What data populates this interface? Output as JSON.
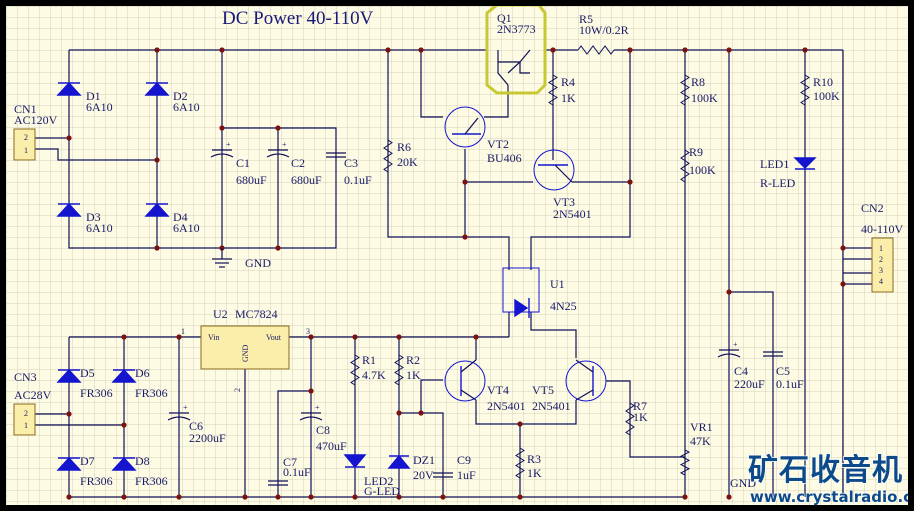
{
  "title": "DC Power 40-110V",
  "watermark": {
    "cn": "矿石收音机",
    "url": "www.crystalradio.cn"
  },
  "colors": {
    "background": "#fdfbe3",
    "wire": "#10105a",
    "symbol": "#1515d0",
    "junction": "#7a1212",
    "highlight": "#c8c832"
  },
  "ground_labels": [
    "GND",
    "GND"
  ],
  "components": {
    "CN1": {
      "ref": "CN1",
      "value": "AC120V",
      "pins": [
        "2",
        "1"
      ]
    },
    "CN2": {
      "ref": "CN2",
      "value": "40-110V",
      "pins": [
        "1",
        "2",
        "3",
        "4"
      ]
    },
    "CN3": {
      "ref": "CN3",
      "value": "AC28V",
      "pins": [
        "2",
        "1"
      ]
    },
    "D1": {
      "ref": "D1",
      "value": "6A10"
    },
    "D2": {
      "ref": "D2",
      "value": "6A10"
    },
    "D3": {
      "ref": "D3",
      "value": "6A10"
    },
    "D4": {
      "ref": "D4",
      "value": "6A10"
    },
    "D5": {
      "ref": "D5",
      "value": "FR306"
    },
    "D6": {
      "ref": "D6",
      "value": "FR306"
    },
    "D7": {
      "ref": "D7",
      "value": "FR306"
    },
    "D8": {
      "ref": "D8",
      "value": "FR306"
    },
    "C1": {
      "ref": "C1",
      "value": "680uF"
    },
    "C2": {
      "ref": "C2",
      "value": "680uF"
    },
    "C3": {
      "ref": "C3",
      "value": "0.1uF"
    },
    "C4": {
      "ref": "C4",
      "value": "220uF"
    },
    "C5": {
      "ref": "C5",
      "value": "0.1uF"
    },
    "C6": {
      "ref": "C6",
      "value": "2200uF"
    },
    "C7": {
      "ref": "C7",
      "value": "0.1uF"
    },
    "C8": {
      "ref": "C8",
      "value": "470uF"
    },
    "C9": {
      "ref": "C9",
      "value": "1uF"
    },
    "Q1": {
      "ref": "Q1",
      "value": "2N3773"
    },
    "VT2": {
      "ref": "VT2",
      "value": "BU406"
    },
    "VT3": {
      "ref": "VT3",
      "value": "2N5401"
    },
    "VT4": {
      "ref": "VT4",
      "value": "2N5401"
    },
    "VT5": {
      "ref": "VT5",
      "value": "2N5401"
    },
    "R1": {
      "ref": "R1",
      "value": "4.7K"
    },
    "R2": {
      "ref": "R2",
      "value": "1K"
    },
    "R3": {
      "ref": "R3",
      "value": "1K"
    },
    "R4": {
      "ref": "R4",
      "value": "1K"
    },
    "R5": {
      "ref": "R5",
      "value": "10W/0.2R"
    },
    "R6": {
      "ref": "R6",
      "value": "20K"
    },
    "R7": {
      "ref": "R7",
      "value": "1K"
    },
    "R8": {
      "ref": "R8",
      "value": "100K"
    },
    "R9": {
      "ref": "R9",
      "value": "100K"
    },
    "R10": {
      "ref": "R10",
      "value": "100K"
    },
    "VR1": {
      "ref": "VR1",
      "value": "47K"
    },
    "LED1": {
      "ref": "LED1",
      "value": "R-LED"
    },
    "LED2": {
      "ref": "LED2",
      "value": "G-LED"
    },
    "DZ1": {
      "ref": "DZ1",
      "value": "20V"
    },
    "U1": {
      "ref": "U1",
      "value": "4N25"
    },
    "U2": {
      "ref": "U2",
      "value": "MC7824",
      "pin_labels": {
        "vin": "Vin",
        "vout": "Vout",
        "gnd": "GND"
      },
      "pin_numbers": [
        "1",
        "2",
        "3"
      ]
    }
  }
}
